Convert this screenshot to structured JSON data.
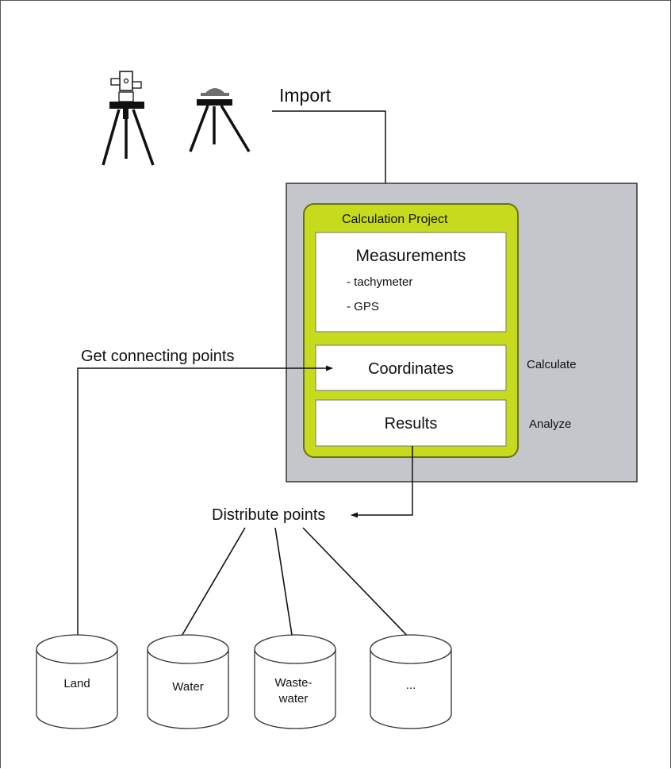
{
  "labels": {
    "import": "Import",
    "calculation_project": "Calculation Project",
    "measurements": "Measurements",
    "tachymeter": "- tachymeter",
    "gps": "- GPS",
    "coordinates": "Coordinates",
    "results": "Results",
    "calculate": "Calculate",
    "analyze": "Analyze",
    "get_connecting_points": "Get connecting points",
    "distribute_points": "Distribute points"
  },
  "databases": [
    {
      "line1": "Land",
      "line2": ""
    },
    {
      "line1": "Water",
      "line2": ""
    },
    {
      "line1": "Waste-",
      "line2": "water"
    },
    {
      "line1": "...",
      "line2": ""
    }
  ],
  "colors": {
    "project_fill": "#c7db1e",
    "project_border": "#6b7312",
    "container_fill": "#c4c6cc",
    "line": "#111111"
  }
}
